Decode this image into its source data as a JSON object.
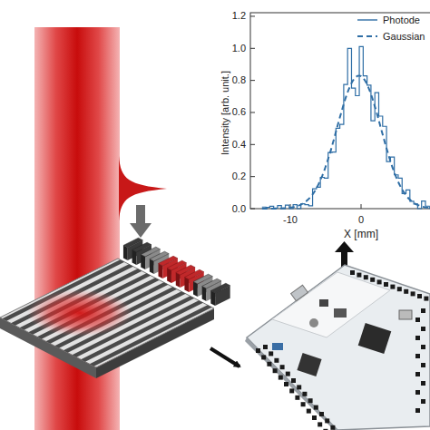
{
  "diagram": {
    "labels": [
      "Intensity [arb. unit.]",
      "X [mm]",
      "1.2",
      "1.0",
      "0.8",
      "0.6",
      "0.4",
      "0.2",
      "0.0",
      "-10",
      "0"
    ],
    "legend": [
      {
        "text": "Photode"
      },
      {
        "text": "Gaussian"
      }
    ]
  }
}
